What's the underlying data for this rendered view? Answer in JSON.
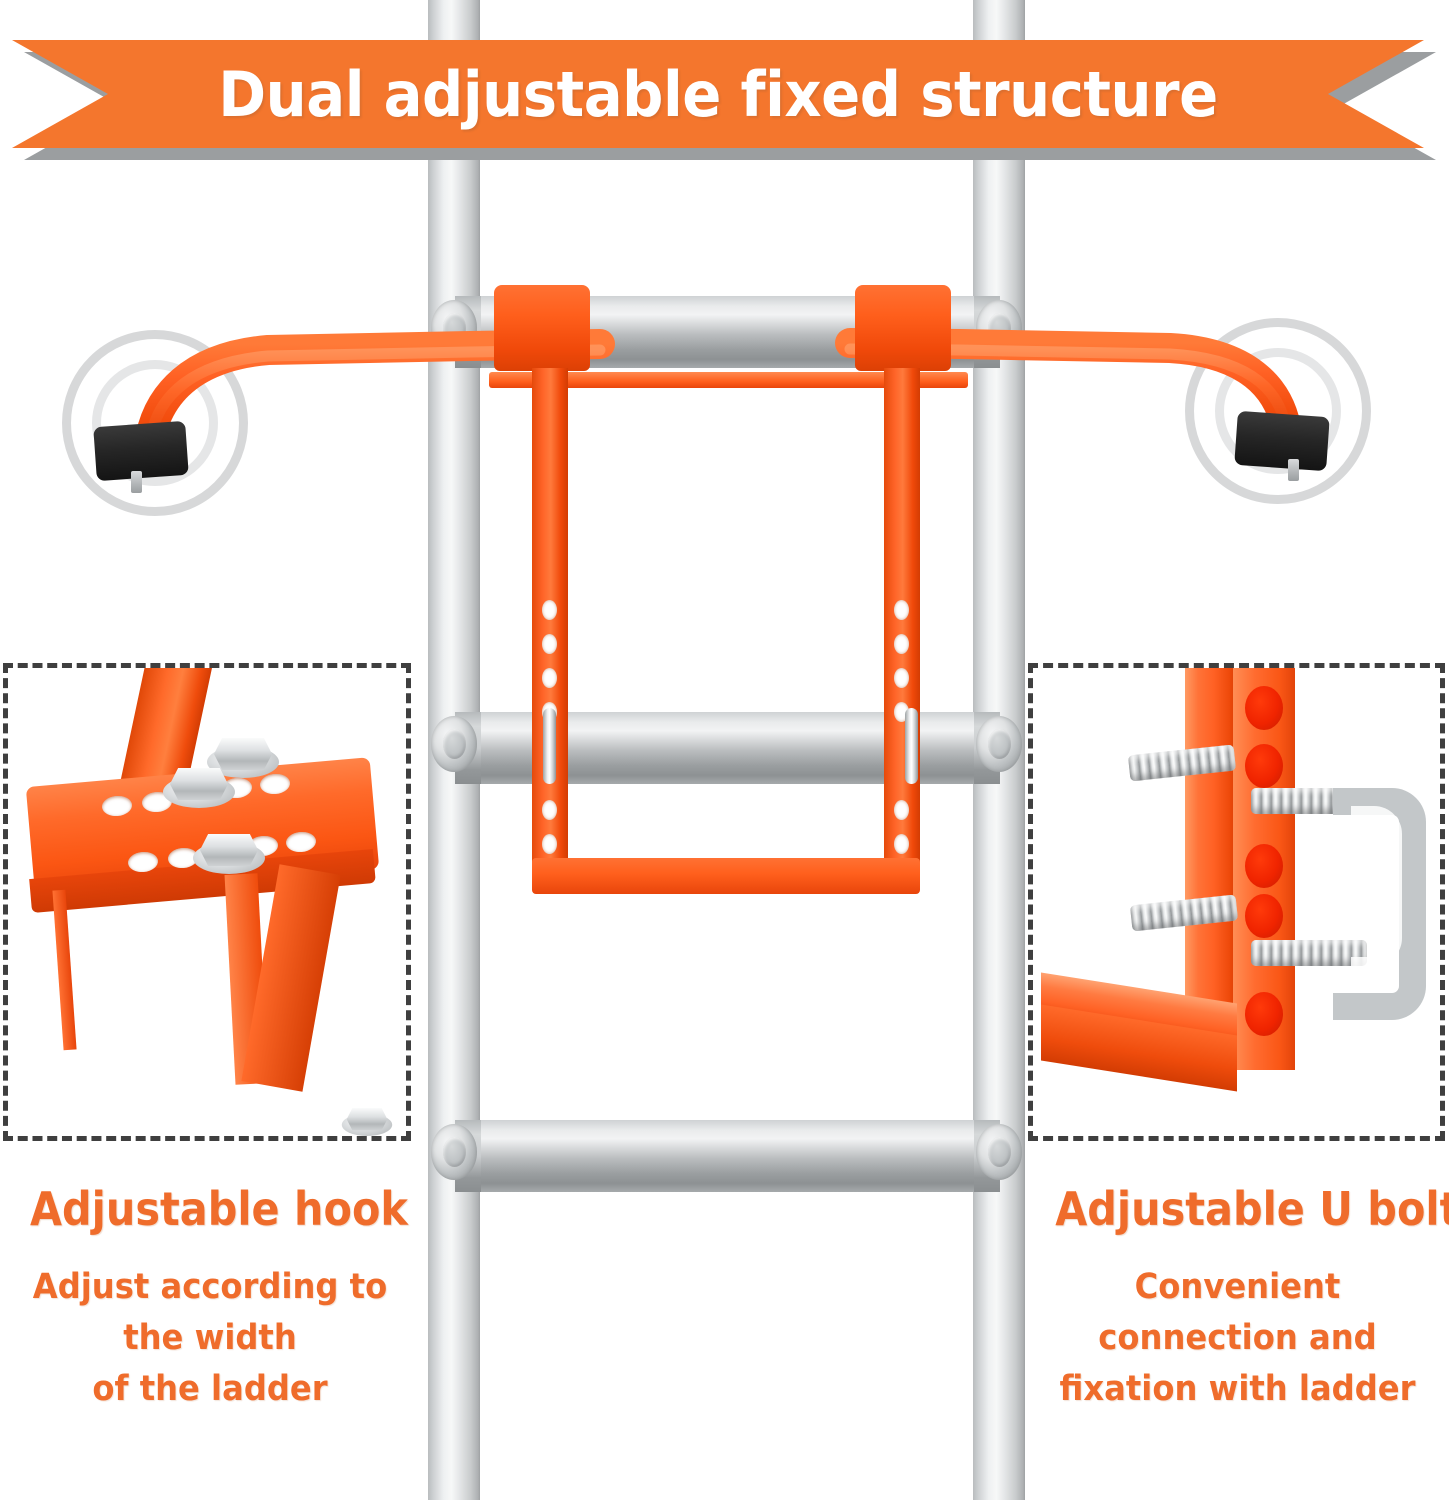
{
  "banner": {
    "title": "Dual adjustable fixed structure",
    "bg_color": "#f4762d",
    "shadow_color": "#9b9ea0",
    "text_color": "#ffffff"
  },
  "product": {
    "name": "ladder-stabilizer-bracket",
    "ladder_color": "#cdd0d2",
    "bracket_color": "#ff5f1c",
    "hardware_color": "#c3c7c9",
    "foot_pad_color": "#262626",
    "hole_highlight_color": "#f02400"
  },
  "details": [
    {
      "id": "adjustable-hook",
      "title": "Adjustable hook",
      "description_line1": "Adjust according to the width",
      "description_line2": "of the ladder",
      "border_style": "dashed",
      "border_color": "#3f3f3f",
      "text_color": "#ef6c2b"
    },
    {
      "id": "adjustable-u-bolt",
      "title": "Adjustable U bolt",
      "description_line1": "Convenient connection and",
      "description_line2": "fixation with ladder",
      "border_style": "dashed",
      "border_color": "#3f3f3f",
      "text_color": "#ef6c2b"
    }
  ]
}
